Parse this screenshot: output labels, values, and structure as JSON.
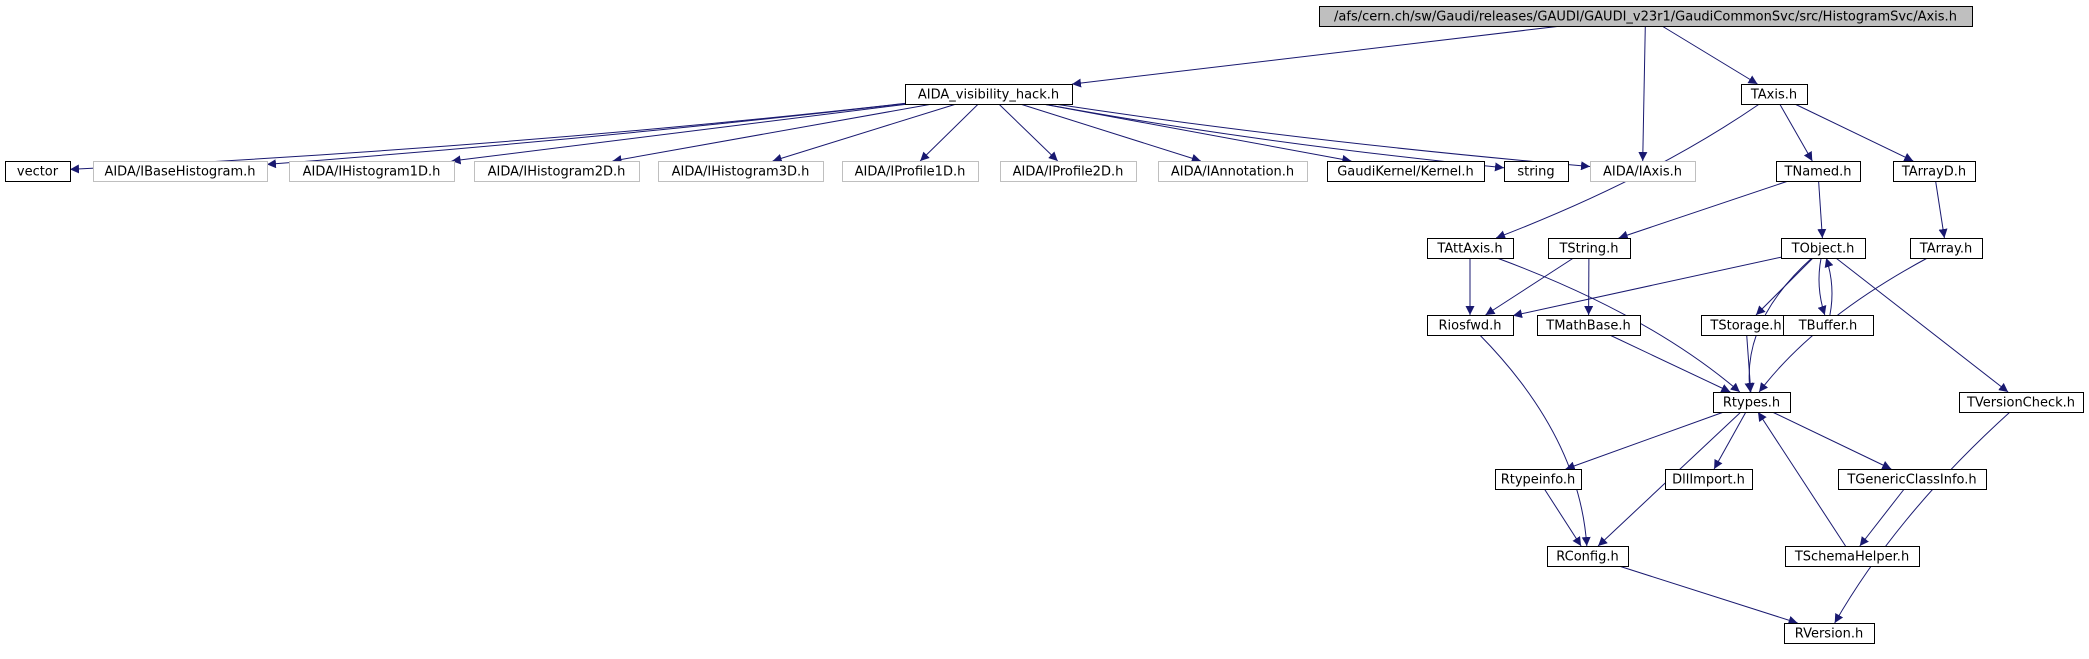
{
  "graph": {
    "nodes": [
      {
        "id": "axis",
        "label": "/afs/cern.ch/sw/Gaudi/releases/GAUDI/GAUDI_v23r1/GaudiCommonSvc/src/HistogramSvc/Axis.h",
        "style": "root"
      },
      {
        "id": "aida_hack",
        "label": "AIDA_visibility_hack.h",
        "style": "normal"
      },
      {
        "id": "taxis",
        "label": "TAxis.h",
        "style": "normal"
      },
      {
        "id": "vector",
        "label": "vector",
        "style": "normal"
      },
      {
        "id": "ibasehist",
        "label": "AIDA/IBaseHistogram.h",
        "style": "external"
      },
      {
        "id": "ihist1d",
        "label": "AIDA/IHistogram1D.h",
        "style": "external"
      },
      {
        "id": "ihist2d",
        "label": "AIDA/IHistogram2D.h",
        "style": "external"
      },
      {
        "id": "ihist3d",
        "label": "AIDA/IHistogram3D.h",
        "style": "external"
      },
      {
        "id": "iprof1d",
        "label": "AIDA/IProfile1D.h",
        "style": "external"
      },
      {
        "id": "iprof2d",
        "label": "AIDA/IProfile2D.h",
        "style": "external"
      },
      {
        "id": "iannot",
        "label": "AIDA/IAnnotation.h",
        "style": "external"
      },
      {
        "id": "kernel",
        "label": "GaudiKernel/Kernel.h",
        "style": "normal"
      },
      {
        "id": "string",
        "label": "string",
        "style": "normal"
      },
      {
        "id": "iaxis",
        "label": "AIDA/IAxis.h",
        "style": "external"
      },
      {
        "id": "tnamed",
        "label": "TNamed.h",
        "style": "normal"
      },
      {
        "id": "tarrayd",
        "label": "TArrayD.h",
        "style": "normal"
      },
      {
        "id": "tattaxis",
        "label": "TAttAxis.h",
        "style": "normal"
      },
      {
        "id": "tstring",
        "label": "TString.h",
        "style": "normal"
      },
      {
        "id": "tobject",
        "label": "TObject.h",
        "style": "normal"
      },
      {
        "id": "tarray",
        "label": "TArray.h",
        "style": "normal"
      },
      {
        "id": "riosfwd",
        "label": "Riosfwd.h",
        "style": "normal"
      },
      {
        "id": "tmathbase",
        "label": "TMathBase.h",
        "style": "normal"
      },
      {
        "id": "tstorage",
        "label": "TStorage.h",
        "style": "normal"
      },
      {
        "id": "tbuffer",
        "label": "TBuffer.h",
        "style": "normal"
      },
      {
        "id": "rtypes",
        "label": "Rtypes.h",
        "style": "normal"
      },
      {
        "id": "tversion",
        "label": "TVersionCheck.h",
        "style": "normal"
      },
      {
        "id": "rtypeinfo",
        "label": "Rtypeinfo.h",
        "style": "normal"
      },
      {
        "id": "dllimport",
        "label": "DllImport.h",
        "style": "normal"
      },
      {
        "id": "tgeneric",
        "label": "TGenericClassInfo.h",
        "style": "normal"
      },
      {
        "id": "rconfig",
        "label": "RConfig.h",
        "style": "normal"
      },
      {
        "id": "tschema",
        "label": "TSchemaHelper.h",
        "style": "normal"
      },
      {
        "id": "rversion",
        "label": "RVersion.h",
        "style": "normal"
      }
    ],
    "edges": [
      [
        "axis",
        "aida_hack"
      ],
      [
        "axis",
        "taxis"
      ],
      [
        "axis",
        "iaxis"
      ],
      [
        "aida_hack",
        "vector"
      ],
      [
        "aida_hack",
        "ibasehist"
      ],
      [
        "aida_hack",
        "ihist1d"
      ],
      [
        "aida_hack",
        "ihist2d"
      ],
      [
        "aida_hack",
        "ihist3d"
      ],
      [
        "aida_hack",
        "iprof1d"
      ],
      [
        "aida_hack",
        "iprof2d"
      ],
      [
        "aida_hack",
        "iannot"
      ],
      [
        "aida_hack",
        "kernel"
      ],
      [
        "aida_hack",
        "string"
      ],
      [
        "aida_hack",
        "iaxis"
      ],
      [
        "taxis",
        "tattaxis"
      ],
      [
        "taxis",
        "tnamed"
      ],
      [
        "taxis",
        "tarrayd"
      ],
      [
        "tnamed",
        "tstring"
      ],
      [
        "tnamed",
        "tobject"
      ],
      [
        "tarrayd",
        "tarray"
      ],
      [
        "tattaxis",
        "riosfwd"
      ],
      [
        "tattaxis",
        "rtypes"
      ],
      [
        "tstring",
        "riosfwd"
      ],
      [
        "tstring",
        "tmathbase"
      ],
      [
        "tobject",
        "riosfwd"
      ],
      [
        "tobject",
        "tstorage"
      ],
      [
        "tobject",
        "tbuffer"
      ],
      [
        "tobject",
        "rtypes"
      ],
      [
        "tobject",
        "tversion"
      ],
      [
        "tbuffer",
        "tobject"
      ],
      [
        "tarray",
        "rtypes"
      ],
      [
        "riosfwd",
        "rconfig"
      ],
      [
        "tmathbase",
        "rtypes"
      ],
      [
        "tstorage",
        "rtypes"
      ],
      [
        "rtypes",
        "rtypeinfo"
      ],
      [
        "rtypes",
        "dllimport"
      ],
      [
        "rtypes",
        "tgeneric"
      ],
      [
        "rtypes",
        "rconfig"
      ],
      [
        "tversion",
        "rversion"
      ],
      [
        "rtypeinfo",
        "rconfig"
      ],
      [
        "tgeneric",
        "tschema"
      ],
      [
        "tschema",
        "rtypes"
      ],
      [
        "rconfig",
        "rversion"
      ]
    ]
  },
  "colors": {
    "edge": "#191970",
    "box_border": "#000000",
    "external_border": "#bfbfbf",
    "root_fill": "#bfbfbf",
    "text": "#000000",
    "background": "#ffffff"
  }
}
